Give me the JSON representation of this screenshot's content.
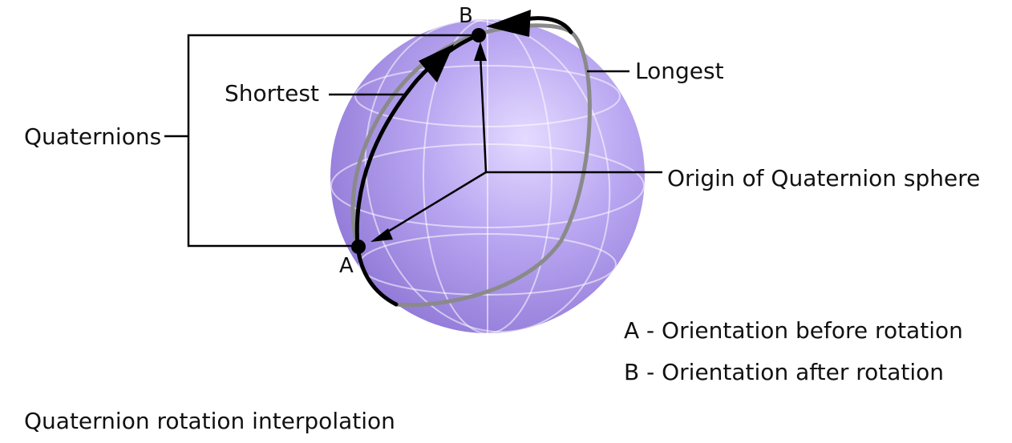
{
  "diagram": {
    "caption": "Quaternion rotation interpolation",
    "points": {
      "a": "A",
      "b": "B"
    },
    "labels": {
      "quaternions": "Quaternions",
      "shortest": "Shortest",
      "longest": "Longest",
      "origin": "Origin of Quaternion sphere"
    },
    "legend": [
      "A - Orientation before rotation",
      "B - Orientation after rotation"
    ],
    "colors": {
      "sphere": "#b9a6f0",
      "sphere_highlight": "#e6dcff",
      "shortest_path": "#000000",
      "longest_path": "#888888"
    }
  }
}
